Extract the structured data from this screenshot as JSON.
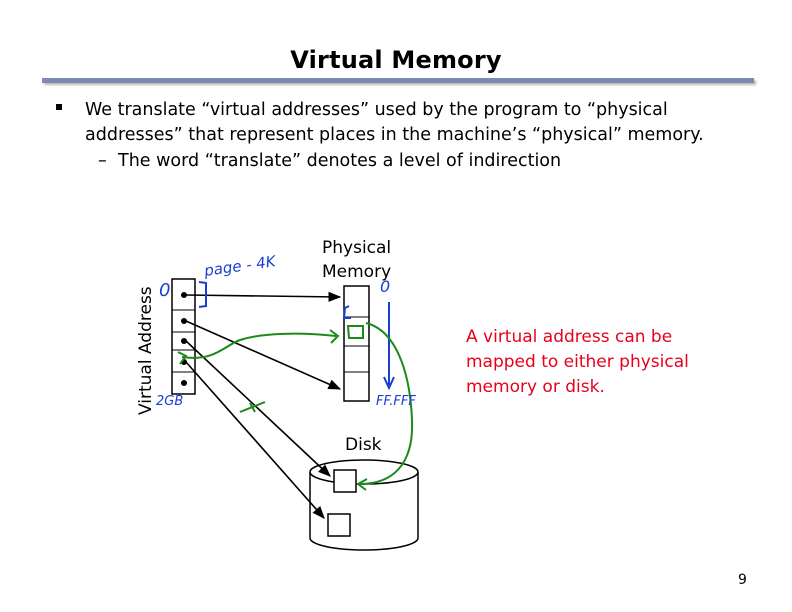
{
  "slide": {
    "title": "Virtual Memory",
    "bullet": "We translate “virtual addresses” used by the program to “physical addresses” that represent places in the machine’s “physical” memory.",
    "sub_dash": "–",
    "sub_bullet": "The word “translate” denotes a level of indirection",
    "page_number": "9"
  },
  "diagram": {
    "virtual_label": "Virtual Address",
    "physical_label_line1": "Physical",
    "physical_label_line2": "Memory",
    "disk_label": "Disk",
    "note": "A virtual address can be mapped to either physical memory or disk."
  },
  "handwriting": {
    "page_size": "page - 4K",
    "virtual_top": "0",
    "virtual_bottom": "2GB",
    "physical_top": "0",
    "physical_bottom": "FF.FFF",
    "pen_blue": "#1a3fd0",
    "pen_green": "#1a8a1a"
  },
  "colors": {
    "note_red": "#e8001c",
    "rule_blue": "#7f8ab3"
  }
}
